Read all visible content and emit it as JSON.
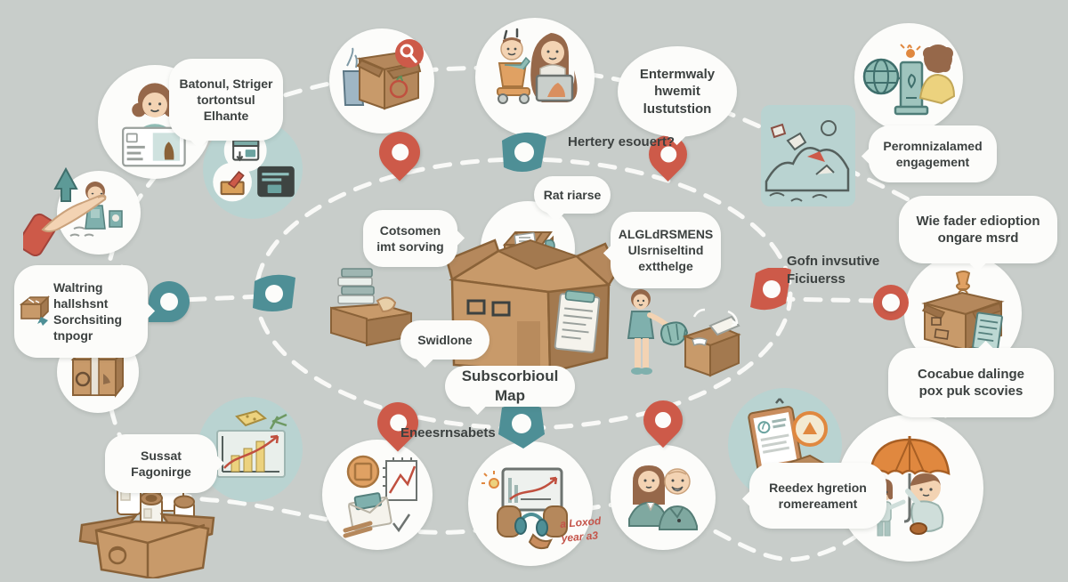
{
  "title": "Subscorbioul Map",
  "colors": {
    "background": "#c8cdca",
    "bubble_white": "#fcfcfa",
    "accent_teal": "#4e8f96",
    "accent_teal_light": "#b9d3d1",
    "accent_red": "#cd5a49",
    "cardboard": "#c89a6a",
    "text": "#3c4140",
    "handwriting_red": "#c4544a"
  },
  "labels": {
    "top_left_bubble": "Batonul, Striger\ntortontsul Elhante",
    "left_bubble": "Waltring\nhallshsnt\nSorchsiting\ntnpogr",
    "entermwaly_bubble": "Entermwaly\nhwemit\nlustutstion",
    "hertery": "Hertery esouert?",
    "rat_bubble": "Rat riarse",
    "cotsomen_bubble": "Cotsomen\nimt sorving",
    "algl_bubble": "ALGLdRSMENS\nUlsrniseltind\nextthelge",
    "gofn": "Gofn invsutive\nFiciuerss",
    "peromn_bubble": "Peromnizalamed\nengagement",
    "wie_bubble": "Wie fader edioption\nongare msrd",
    "cocabue_bubble": "Cocabue dalinge\npox puk scovies",
    "swidlone_bubble": "Swidlone",
    "map_title": "Subscorbioul Map",
    "eneesrn": "Eneesrnsabets",
    "sussat_bubble": "Sussat\nFagonirge",
    "reedex_bubble": "Reedex hgretion\nromereament",
    "handwriting": "a Loxod\nyear a3"
  },
  "icons": {
    "map-pin-red": "teardrop marker with white hole",
    "flag-pin-teal": "waving flag marker with white hole",
    "ring-pin-red": "red ring marker",
    "woman-id-card": "woman holding pet id card",
    "flowchart-screens": "browser window, pencil box, dark terminal",
    "hand-growth-arrow": "arm with upward teal arrow",
    "woman-watering": "woman with bin",
    "parcel-small": "small parcel with teal arrow",
    "taped-box": "taped cardboard box",
    "jar-box": "open box with jars",
    "growth-chart-card": "bar chart with rising arrow, cheese, plane",
    "coin-envelope-chart": "coin, money envelope, line chart",
    "support-monitor-headphones": "monitor chart with headphones",
    "couple": "woman and man portrait",
    "clipboard-gauge": "clipboard document with orange gauge",
    "umbrella-kids": "orange umbrella held over child",
    "gift-box-trophy": "box with goblet and notepad",
    "landscape-card": "teal mountain sketch card",
    "globe-podium-person": "globe, pedestal and curly-haired person",
    "box-magnifier": "open box with clothing and magnifier badge",
    "baby-mother": "baby in high chair with mother and laptop",
    "box-house": "large cardboard box house with notepad",
    "woman-unboxing": "woman pulling fabric from box",
    "stacked-goods": "stacked slabs on crate"
  }
}
